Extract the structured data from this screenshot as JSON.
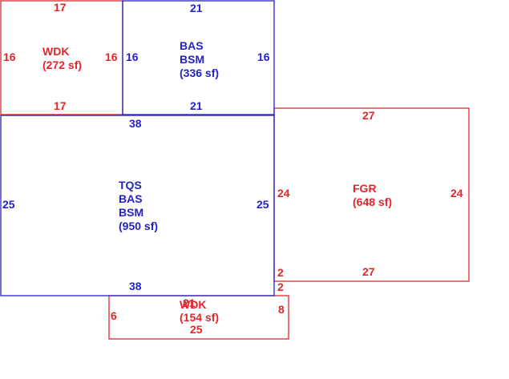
{
  "colors": {
    "red": "#e0262b",
    "blue": "#2323c8",
    "background": "#ffffff"
  },
  "areas": {
    "wdk_top": {
      "lines": [
        "WDK",
        "(272 sf)"
      ],
      "dims": {
        "top": "17",
        "bottom": "17",
        "left": "16",
        "right": "16"
      }
    },
    "bas_bsm_top": {
      "lines": [
        "BAS",
        "BSM",
        "(336 sf)"
      ],
      "dims": {
        "top": "21",
        "bottom": "21",
        "left": "16",
        "right": "16"
      }
    },
    "tqs_main": {
      "lines": [
        "TQS",
        "BAS",
        "BSM",
        "(950 sf)"
      ],
      "dims": {
        "top": "38",
        "bottom": "38",
        "left": "25",
        "right": "25"
      }
    },
    "fgr": {
      "lines": [
        "FGR",
        "(648 sf)"
      ],
      "dims": {
        "top": "27",
        "bottom": "27",
        "left": "24",
        "right": "24",
        "notch": "2"
      }
    },
    "wdk_bottom": {
      "lines": [
        "WDK",
        "(154 sf)"
      ],
      "dims": {
        "top": "21",
        "bottom": "25",
        "left": "6",
        "right": "8",
        "notch": "2"
      }
    }
  }
}
